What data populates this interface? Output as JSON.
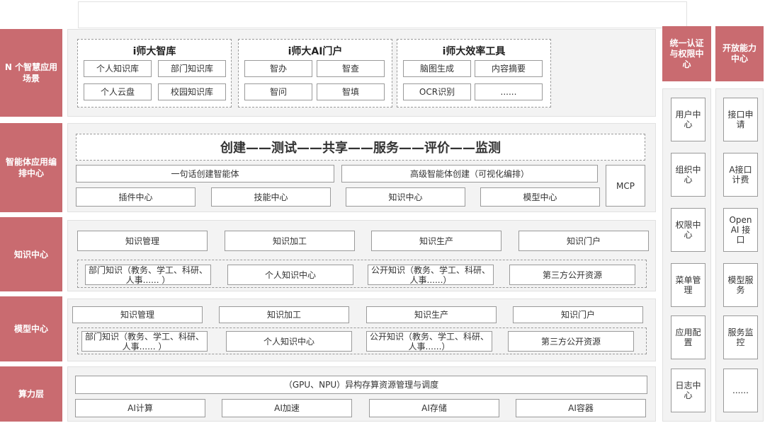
{
  "rows": {
    "scenarios": "N 个智慧应用场景",
    "orchestration": "智能体应用编排中心",
    "knowledge": "知识中心",
    "model": "模型中心",
    "compute": "算力层"
  },
  "scenarios": {
    "groups": [
      {
        "title": "i师大智库",
        "items": [
          "个人知识库",
          "部门知识库",
          "个人云盘",
          "校园知识库"
        ]
      },
      {
        "title": "i师大AI门户",
        "items": [
          "智办",
          "智查",
          "智问",
          "智填"
        ]
      },
      {
        "title": "i师大效率工具",
        "items": [
          "脑图生成",
          "内容摘要",
          "OCR识别",
          "......"
        ]
      }
    ]
  },
  "orchestration": {
    "flow": "创建——测试——共享——服务——评价——监测",
    "create_simple": "一句话创建智能体",
    "create_advanced": "高级智能体创建（可视化编排）",
    "plugins": "插件中心",
    "skills": "技能中心",
    "knowledge": "知识中心",
    "models": "模型中心",
    "mcp": "MCP"
  },
  "knowledge": {
    "top": [
      "知识管理",
      "知识加工",
      "知识生产",
      "知识门户"
    ],
    "sources": [
      "部门知识（教务、学工、科研、人事...... ）",
      "个人知识中心",
      "公开知识（教务、学工、科研、人事......）",
      "第三方公开资源"
    ]
  },
  "model": {
    "top": [
      "知识管理",
      "知识加工",
      "知识生产",
      "知识门户"
    ],
    "sources": [
      "部门知识（教务、学工、科研、人事...... ）",
      "个人知识中心",
      "公开知识（教务、学工、科研、人事......）",
      "第三方公开资源"
    ]
  },
  "compute": {
    "scheduler": "（GPU、NPU）异构存算资源管理与调度",
    "items": [
      "AI计算",
      "AI加速",
      "AI存储",
      "AI容器"
    ]
  },
  "auth": {
    "title": "统一认证与权限中心",
    "items": [
      "用户中心",
      "组织中心",
      "权限中心",
      "菜单管理",
      "应用配置",
      "日志中心"
    ]
  },
  "open": {
    "title": "开放能力中心",
    "items": [
      "接口申请",
      "A接口计费",
      "Open AI 接口",
      "模型服务",
      "服务监控",
      "......"
    ]
  }
}
